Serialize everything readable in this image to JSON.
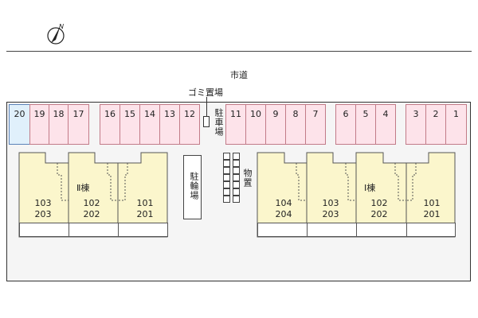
{
  "road_label": "市道",
  "garbage_label": "ゴミ置場",
  "parking_label": "駐車場",
  "bicycle_parking_label": "駐輪場",
  "storage_label": "物置",
  "compass_label": "N",
  "parking_spaces": [
    "20",
    "19",
    "18",
    "17",
    "16",
    "15",
    "14",
    "13",
    "12",
    "11",
    "10",
    "9",
    "8",
    "7",
    "6",
    "5",
    "4",
    "3",
    "2",
    "1"
  ],
  "building_2": {
    "label": "Ⅱ棟",
    "units": [
      {
        "first": "103",
        "second": "203"
      },
      {
        "first": "102",
        "second": "202"
      },
      {
        "first": "101",
        "second": "201"
      }
    ]
  },
  "building_1": {
    "label": "Ⅰ棟",
    "units": [
      {
        "first": "104",
        "second": "204"
      },
      {
        "first": "103",
        "second": "203"
      },
      {
        "first": "102",
        "second": "202"
      },
      {
        "first": "101",
        "second": "201"
      }
    ]
  },
  "colors": {
    "parking": "#fde3ea",
    "parking_accent": "#e0f0fb",
    "building": "#fbf6cc"
  }
}
